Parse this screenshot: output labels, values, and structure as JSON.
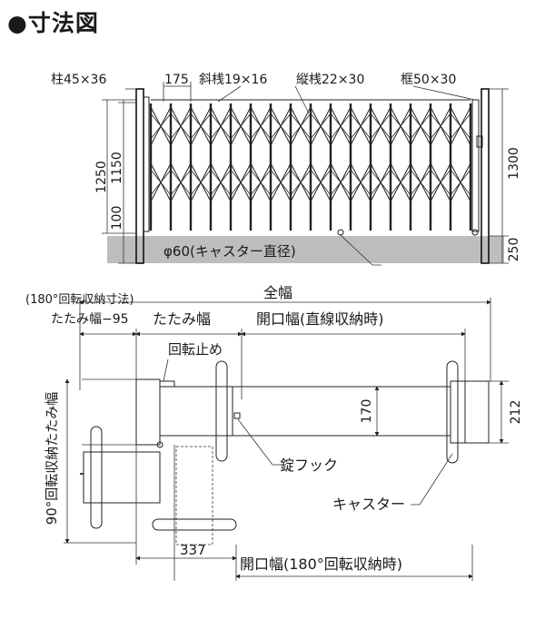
{
  "title": "●寸法図",
  "elevation": {
    "labels": {
      "post": "柱45×36",
      "pitch": "175",
      "diagonal": "斜桟19×16",
      "vertical": "縦桟22×30",
      "frame": "框50×30",
      "h1250": "1250",
      "h1150": "1150",
      "h100": "100",
      "h1300": "1300",
      "h250": "250",
      "caster": "φ60(キャスター直径)"
    }
  },
  "plan": {
    "labels": {
      "total_width": "全幅",
      "rot_note": "(180°回転収納寸法)",
      "fold_minus": "たたみ幅−95",
      "fold": "たたみ幅",
      "opening_straight": "開口幅(直線収納時)",
      "rot_stop": "回転止め",
      "d170": "170",
      "d212": "212",
      "vertical_fold": "90°回転収納たたみ幅",
      "lock_hook": "錠フック",
      "caster": "キャスター",
      "d337": "337",
      "opening_rot": "開口幅(180°回転収納時)"
    }
  },
  "colors": {
    "line": "#222222",
    "ground": "#bdbdbd",
    "fill": "#ffffff"
  }
}
